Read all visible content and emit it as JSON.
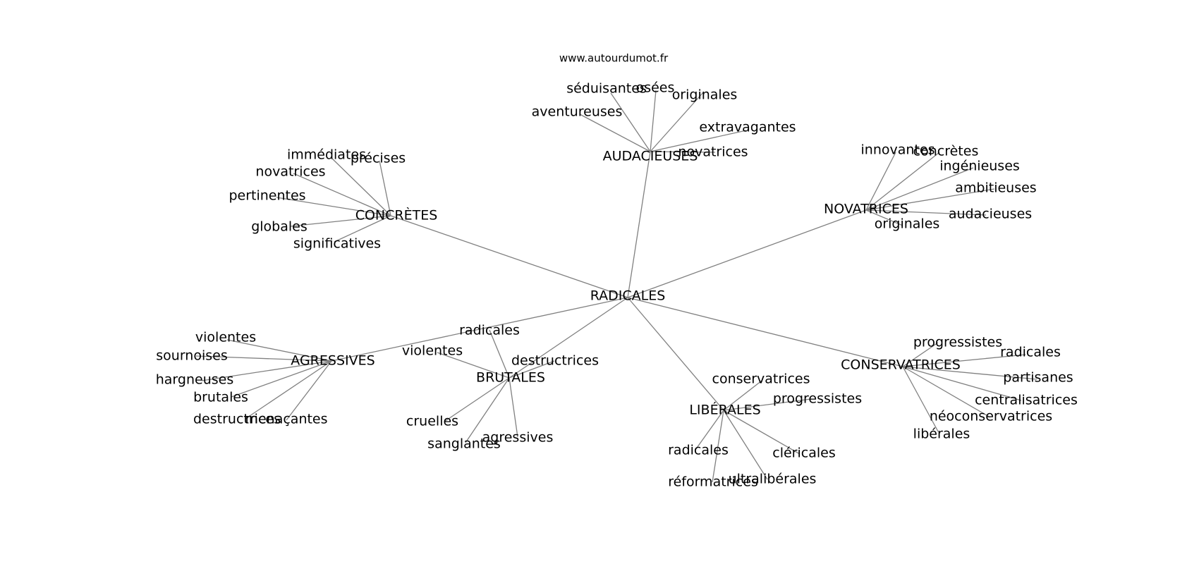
{
  "source": "www.autourdumot.fr",
  "graph": {
    "root": "RADICALES",
    "hubs": [
      {
        "label": "AUDACIEUSES",
        "leaves": [
          "aventureuses",
          "séduisantes",
          "osées",
          "originales",
          "extravagantes",
          "novatrices"
        ]
      },
      {
        "label": "CONCRÈTES",
        "leaves": [
          "immédiates",
          "précises",
          "novatrices",
          "pertinentes",
          "globales",
          "significatives"
        ]
      },
      {
        "label": "NOVATRICES",
        "leaves": [
          "innovantes",
          "concrètes",
          "ingénieuses",
          "ambitieuses",
          "audacieuses",
          "originales"
        ]
      },
      {
        "label": "AGRESSIVES",
        "leaves": [
          "violentes",
          "sournoises",
          "hargneuses",
          "brutales",
          "destructrices",
          "menaçantes"
        ]
      },
      {
        "label": "BRUTALES",
        "leaves": [
          "radicales",
          "violentes",
          "destructrices",
          "cruelles",
          "sanglantes",
          "agressives"
        ]
      },
      {
        "label": "LIBÉRALES",
        "leaves": [
          "conservatrices",
          "progressistes",
          "radicales",
          "réformatrices",
          "ultralibérales",
          "cléricales"
        ]
      },
      {
        "label": "CONSERVATRICES",
        "leaves": [
          "progressistes",
          "radicales",
          "partisanes",
          "centralisatrices",
          "néoconservatrices",
          "libérales"
        ]
      }
    ]
  }
}
